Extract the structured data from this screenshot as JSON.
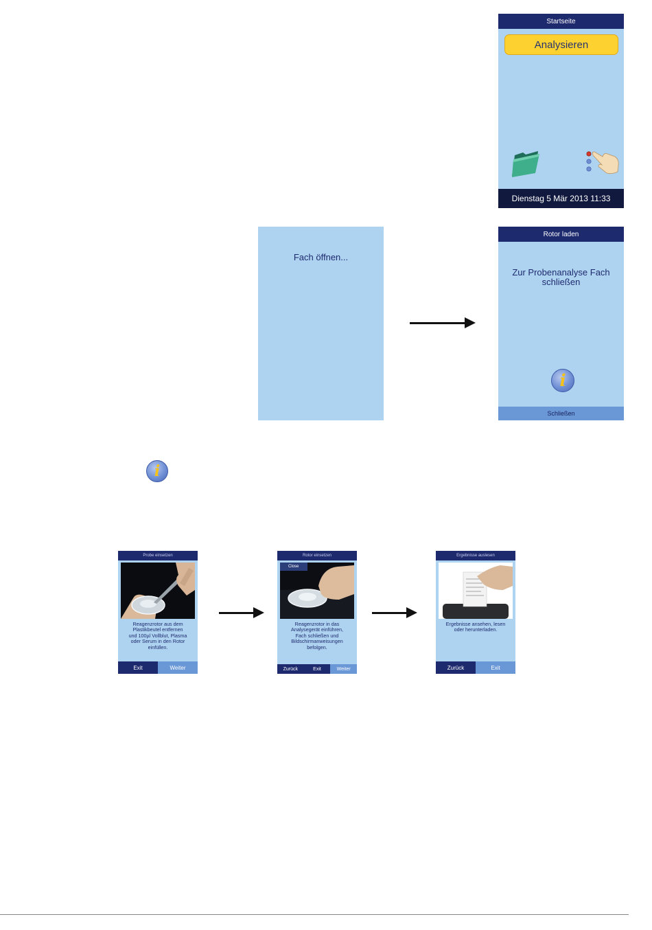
{
  "home_screen": {
    "title": "Startseite",
    "analyze_button": "Analysieren",
    "folder_icon": "folder-icon",
    "settings_icon": "hand-pointer-icon",
    "datetime": "Dienstag 5 Mär 2013 11:33"
  },
  "opening_screen": {
    "message": "Fach öffnen..."
  },
  "load_rotor_screen": {
    "title": "Rotor laden",
    "message_line1": "Zur Probenanalyse Fach",
    "message_line2": "schließen",
    "info_icon": "info-icon",
    "close_button": "Schließen"
  },
  "standalone_info_icon": "info-icon",
  "tutorial": [
    {
      "title": "Probe einsetzen",
      "text_lines": [
        "Reagenzrotor aus dem",
        "Plastikbeutel entfernen",
        "und 100µl Vollblut, Plasma",
        "oder Serum in den Rotor",
        "einfüllen."
      ],
      "buttons": [
        "Exit",
        "Weiter"
      ]
    },
    {
      "title": "Rotor einsetzen",
      "close_tag": "Close",
      "text_lines": [
        "Reagenzrotor in das",
        "Analysegerät einführen,",
        "Fach schließen und",
        "Bildschirmanweisungen",
        "befolgen."
      ],
      "buttons": [
        "Zurück",
        "Exit",
        "Weiter"
      ]
    },
    {
      "title": "Ergebnisse auslesen",
      "text_lines": [
        "Ergebnisse ansehen, lesen",
        "oder herunterladen."
      ],
      "buttons": [
        "Zurück",
        "Exit"
      ]
    }
  ],
  "colors": {
    "screen_bg": "#aed3f0",
    "title_bar": "#1e2a6e",
    "accent_yellow": "#fcd130",
    "button_blue": "#6a97d6"
  }
}
